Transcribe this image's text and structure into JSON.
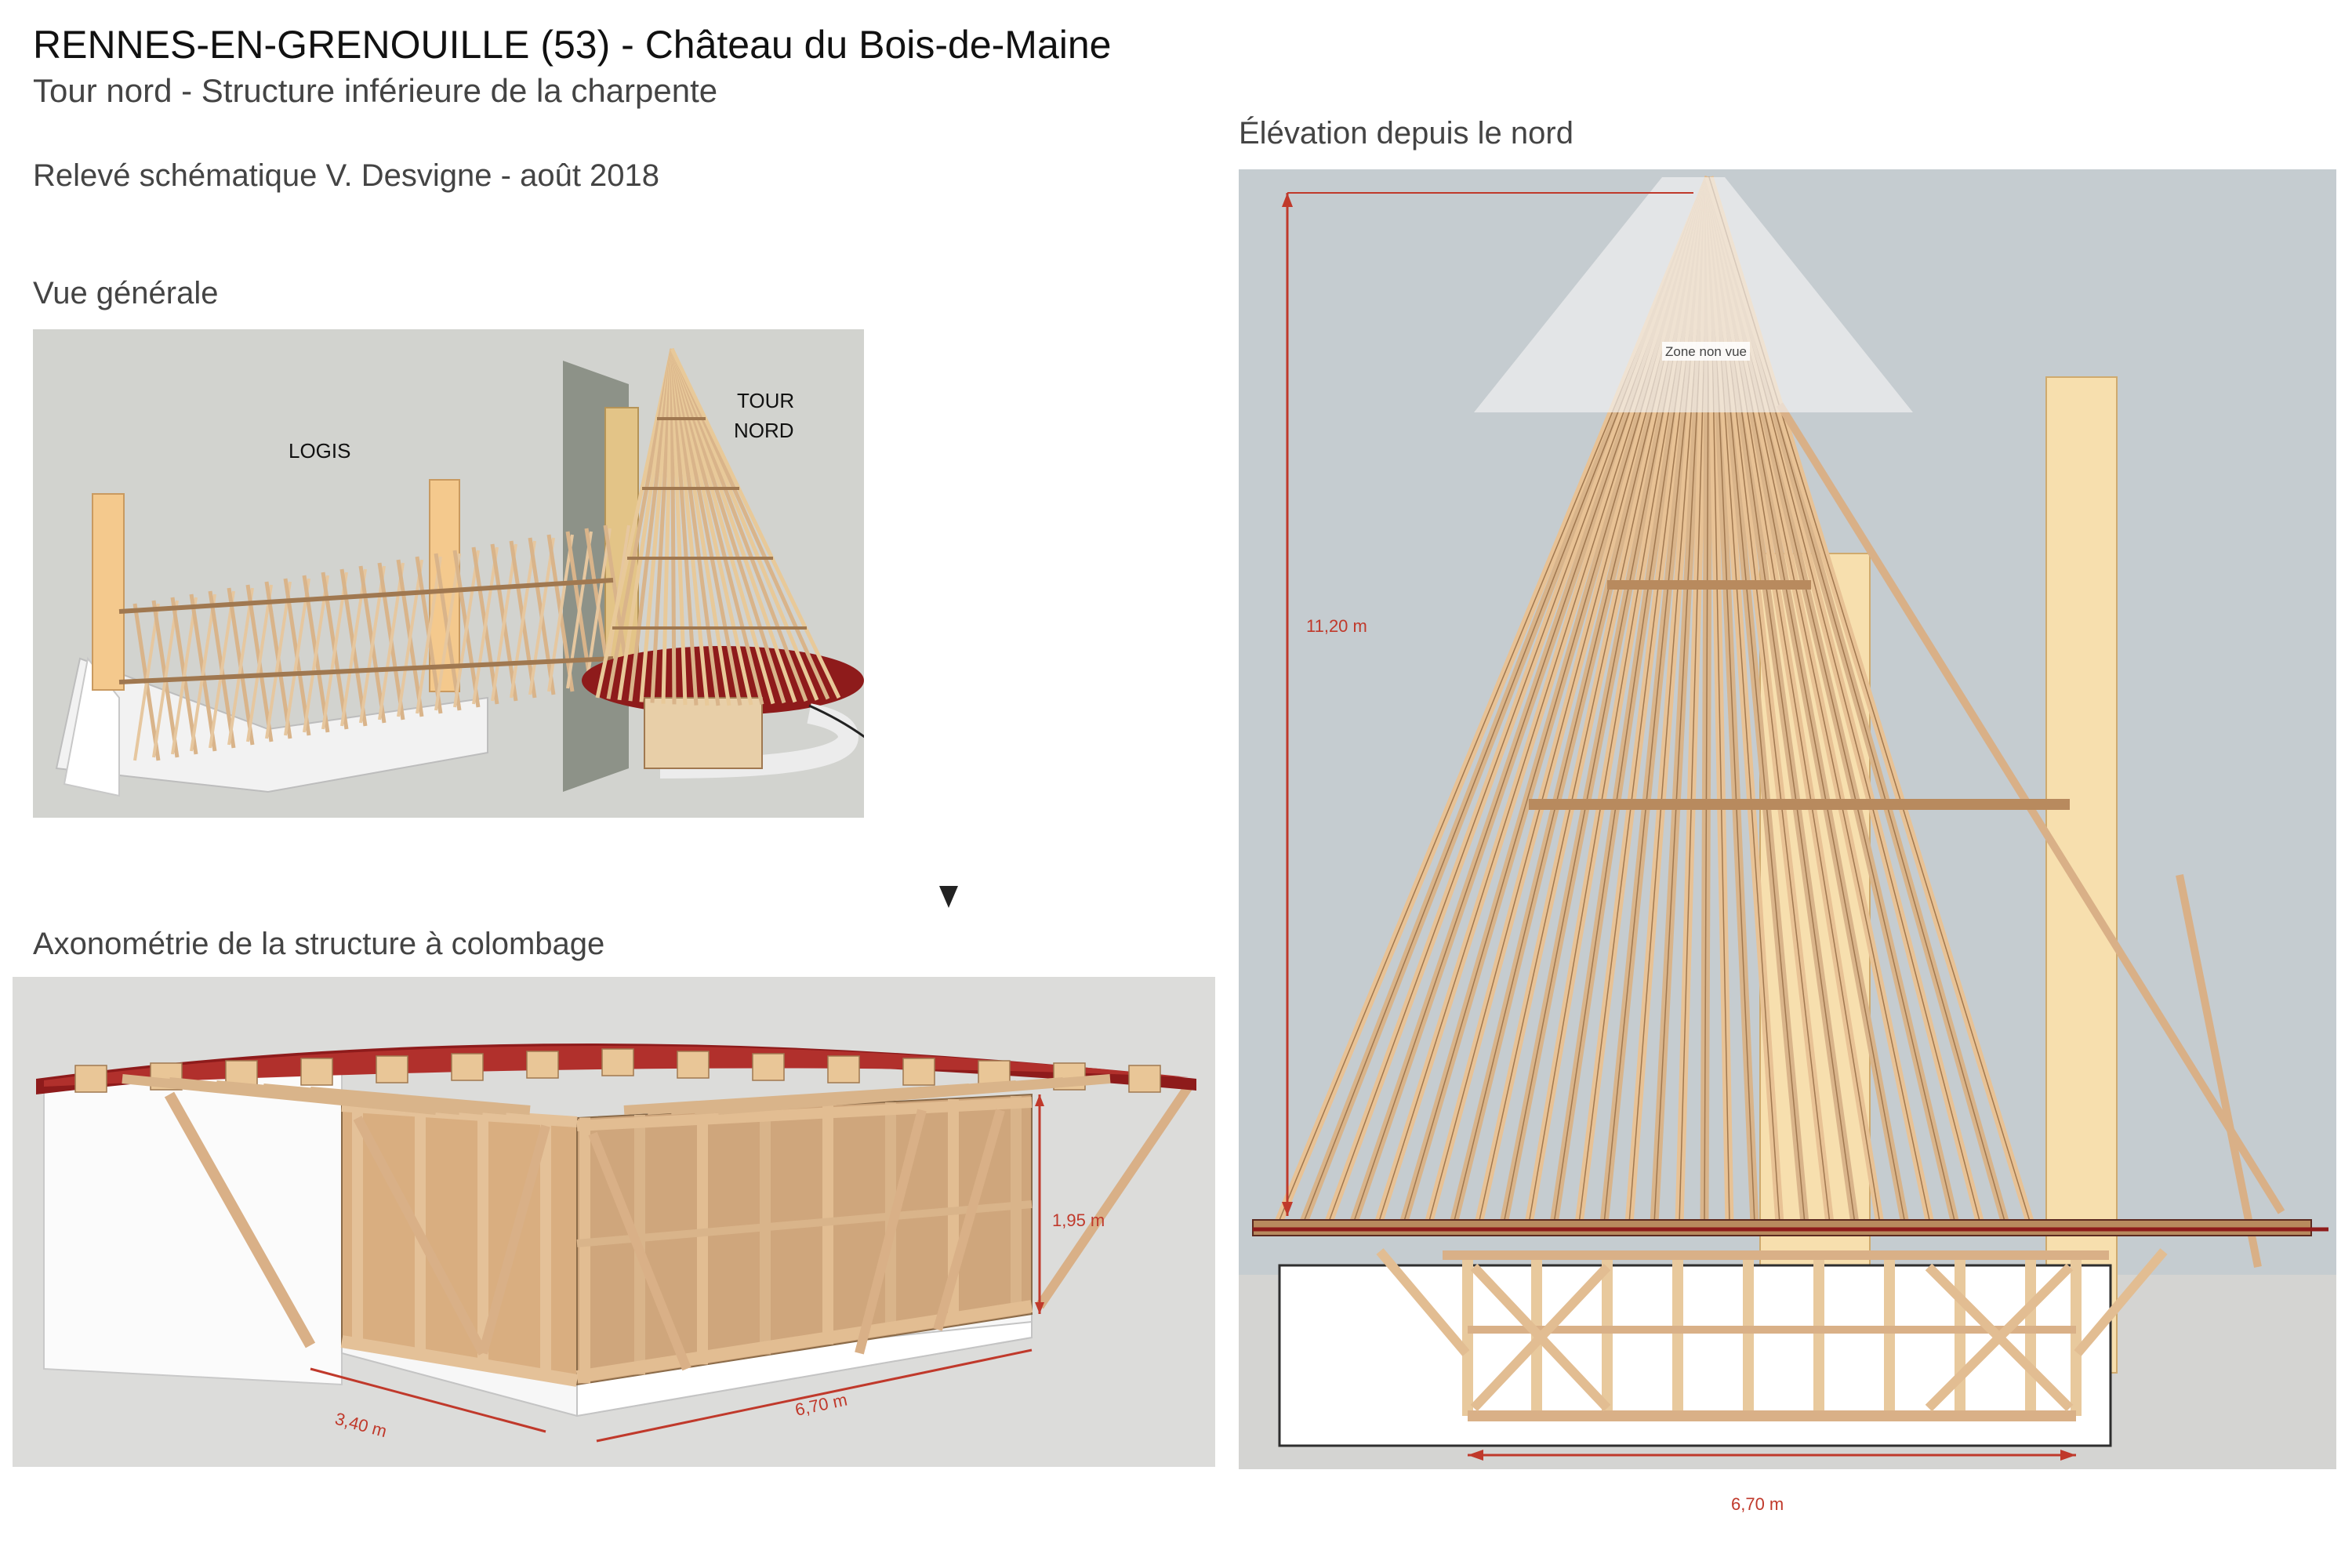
{
  "header": {
    "title": "RENNES-EN-GRENOUILLE (53) - Château du Bois-de-Maine",
    "subtitle": "Tour nord - Structure inférieure de la charpente",
    "credit": "Relevé schématique V. Desvigne - août 2018"
  },
  "vue_generale": {
    "heading": "Vue générale",
    "label_logis": "LOGIS",
    "label_tour_line1": "TOUR",
    "label_tour_line2": "NORD"
  },
  "axonometrie": {
    "heading": "Axonométrie de la structure à colombage",
    "dim_height": "1,95 m",
    "dim_depth": "3,40 m",
    "dim_length": "6,70 m"
  },
  "elevation": {
    "heading": "Élévation depuis le nord",
    "dim_height": "11,20 m",
    "dim_width": "6,70 m",
    "zone_label": "Zone non vue"
  },
  "colors": {
    "timber": "#d9b48a",
    "timber_dark": "#a07850",
    "roof_red": "#8e1b1b",
    "dimension_red": "#c0392b",
    "sky": "#c5ccd0",
    "ground": "#d4d4d2"
  }
}
